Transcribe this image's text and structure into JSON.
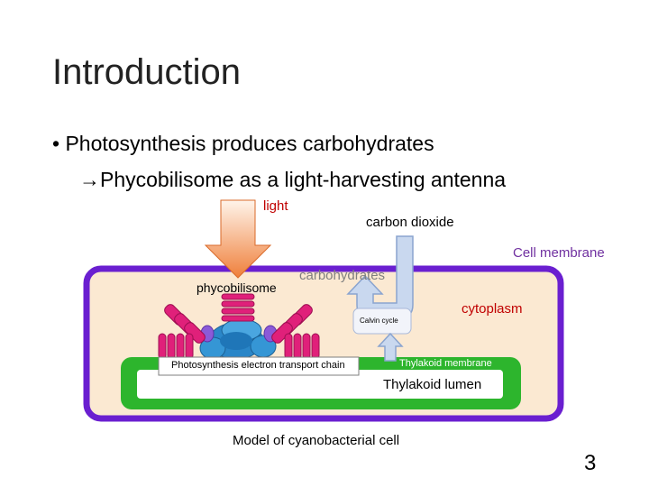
{
  "slide": {
    "title": "Introduction",
    "bullet_marker": "•",
    "bullet_text": "Photosynthesis produces carbohydrates",
    "sub_arrow": "→",
    "sub_text": "Phycobilisome as a light-harvesting antenna",
    "page_number": "3"
  },
  "diagram": {
    "light": "light",
    "carbon_dioxide": "carbon dioxide",
    "cell_membrane": "Cell membrane",
    "carbohydrates": "carbohydrates",
    "phycobilisome": "phycobilisome",
    "cytoplasm": "cytoplasm",
    "calvin_cycle": "Calvin cycle",
    "electron_transport_chain": "Photosynthesis electron transport chain",
    "thylakoid_membrane": "Thylakoid membrane",
    "thylakoid_lumen": "Thylakoid lumen",
    "caption": "Model of cyanobacterial cell"
  },
  "colors": {
    "cell_membrane": "#6a1fd0",
    "cytoplasm_fill": "#fbe9d2",
    "thylakoid": "#2db52d",
    "light_arrow": "#f08a4b",
    "co2_arrow": "#c9d8ef",
    "rod": "#e0207a",
    "core": "#2a86c8",
    "purple_label": "#7030a0",
    "red_label": "#c00000"
  }
}
